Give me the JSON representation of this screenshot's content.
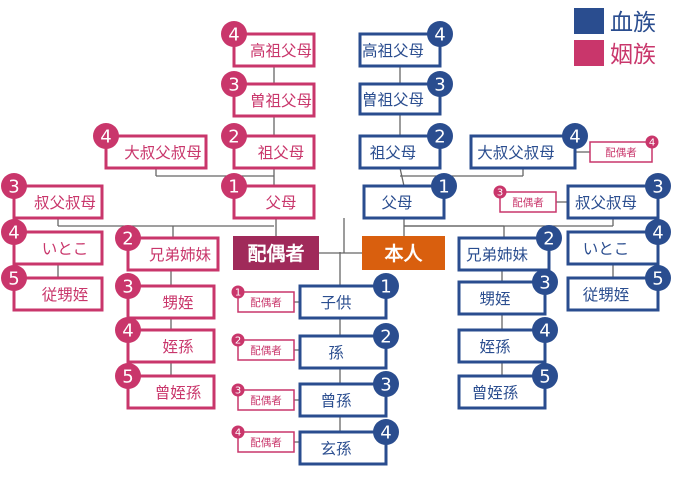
{
  "colors": {
    "blood": "#2a4d8f",
    "inlaw": "#c9366b",
    "self": "#d95f0e",
    "spouse": "#a02a5a",
    "line": "#666666"
  },
  "legend": [
    {
      "label": "血族",
      "kind": "blood"
    },
    {
      "label": "姻族",
      "kind": "inlaw"
    }
  ],
  "nodes": [
    {
      "id": "honin",
      "label": "本人",
      "kind": "self"
    },
    {
      "id": "haigusha",
      "label": "配偶者",
      "kind": "spouse"
    },
    {
      "id": "b-koso",
      "label": "高祖父母",
      "kind": "blood",
      "degree": "4"
    },
    {
      "id": "b-sou",
      "label": "曽祖父母",
      "kind": "blood",
      "degree": "3"
    },
    {
      "id": "b-so",
      "label": "祖父母",
      "kind": "blood",
      "degree": "2"
    },
    {
      "id": "b-ooshuku",
      "label": "大叔父叔母",
      "kind": "blood",
      "degree": "4"
    },
    {
      "id": "b-fubo",
      "label": "父母",
      "kind": "blood",
      "degree": "1"
    },
    {
      "id": "b-shuku",
      "label": "叔父叔母",
      "kind": "blood",
      "degree": "3"
    },
    {
      "id": "b-itoko",
      "label": "いとこ",
      "kind": "blood",
      "degree": "4"
    },
    {
      "id": "b-juu",
      "label": "従甥姪",
      "kind": "blood",
      "degree": "5"
    },
    {
      "id": "b-kyou",
      "label": "兄弟姉妹",
      "kind": "blood",
      "degree": "2"
    },
    {
      "id": "b-oi",
      "label": "甥姪",
      "kind": "blood",
      "degree": "3"
    },
    {
      "id": "b-teison",
      "label": "姪孫",
      "kind": "blood",
      "degree": "4"
    },
    {
      "id": "b-soutei",
      "label": "曾姪孫",
      "kind": "blood",
      "degree": "5"
    },
    {
      "id": "b-ko",
      "label": "子供",
      "kind": "blood",
      "degree": "1"
    },
    {
      "id": "b-mago",
      "label": "孫",
      "kind": "blood",
      "degree": "2"
    },
    {
      "id": "b-himago",
      "label": "曾孫",
      "kind": "blood",
      "degree": "3"
    },
    {
      "id": "b-yasha",
      "label": "玄孫",
      "kind": "blood",
      "degree": "4"
    },
    {
      "id": "i-koso",
      "label": "高祖父母",
      "kind": "inlaw",
      "degree": "4"
    },
    {
      "id": "i-sou",
      "label": "曽祖父母",
      "kind": "inlaw",
      "degree": "3"
    },
    {
      "id": "i-so",
      "label": "祖父母",
      "kind": "inlaw",
      "degree": "2"
    },
    {
      "id": "i-ooshuku",
      "label": "大叔父叔母",
      "kind": "inlaw",
      "degree": "4"
    },
    {
      "id": "i-fubo",
      "label": "父母",
      "kind": "inlaw",
      "degree": "1"
    },
    {
      "id": "i-shuku",
      "label": "叔父叔母",
      "kind": "inlaw",
      "degree": "3"
    },
    {
      "id": "i-itoko",
      "label": "いとこ",
      "kind": "inlaw",
      "degree": "4"
    },
    {
      "id": "i-juu",
      "label": "従甥姪",
      "kind": "inlaw",
      "degree": "5"
    },
    {
      "id": "i-kyou",
      "label": "兄弟姉妹",
      "kind": "inlaw",
      "degree": "2"
    },
    {
      "id": "i-oi",
      "label": "甥姪",
      "kind": "inlaw",
      "degree": "3"
    },
    {
      "id": "i-teison",
      "label": "姪孫",
      "kind": "inlaw",
      "degree": "4"
    },
    {
      "id": "i-soutei",
      "label": "曾姪孫",
      "kind": "inlaw",
      "degree": "5"
    },
    {
      "id": "s-ooshuku",
      "label": "配偶者",
      "kind": "inlaw-small",
      "degree": "4"
    },
    {
      "id": "s-shuku",
      "label": "配偶者",
      "kind": "inlaw-small",
      "degree": "3"
    },
    {
      "id": "s-ko",
      "label": "配偶者",
      "kind": "inlaw-small",
      "degree": "1"
    },
    {
      "id": "s-mago",
      "label": "配偶者",
      "kind": "inlaw-small",
      "degree": "2"
    },
    {
      "id": "s-himago",
      "label": "配偶者",
      "kind": "inlaw-small",
      "degree": "3"
    },
    {
      "id": "s-yasha",
      "label": "配偶者",
      "kind": "inlaw-small",
      "degree": "4"
    }
  ]
}
